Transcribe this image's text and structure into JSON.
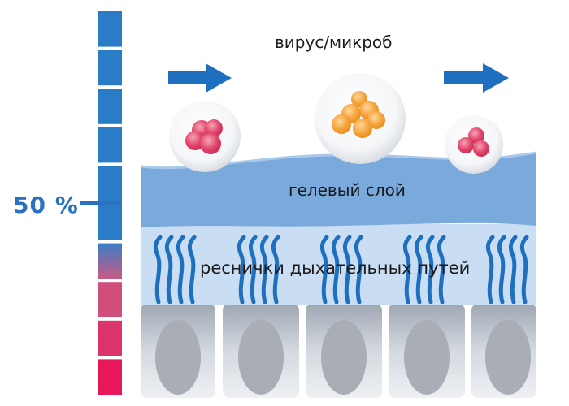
{
  "labels": {
    "virus": "вирус/микроб",
    "gel_layer": "гелевый слой",
    "cilia": "реснички дыхательных путей",
    "percent": "50 %"
  },
  "colors": {
    "scale_blue": "#2a7cc7",
    "scale_red": "#e8175a",
    "arrow_blue": "#1f6fbf",
    "gel_layer": "#7aa9dc",
    "liquid_layer": "#c9ddf3",
    "cilia": "#1f6fbf",
    "cell": "#c9cfd8",
    "nucleus": "#a9aeb6",
    "microbe_red": "#e0436a",
    "microbe_orange": "#f5a23a"
  },
  "scale": {
    "segments": 10,
    "blue_segments": 6,
    "marker_segment": 5
  }
}
